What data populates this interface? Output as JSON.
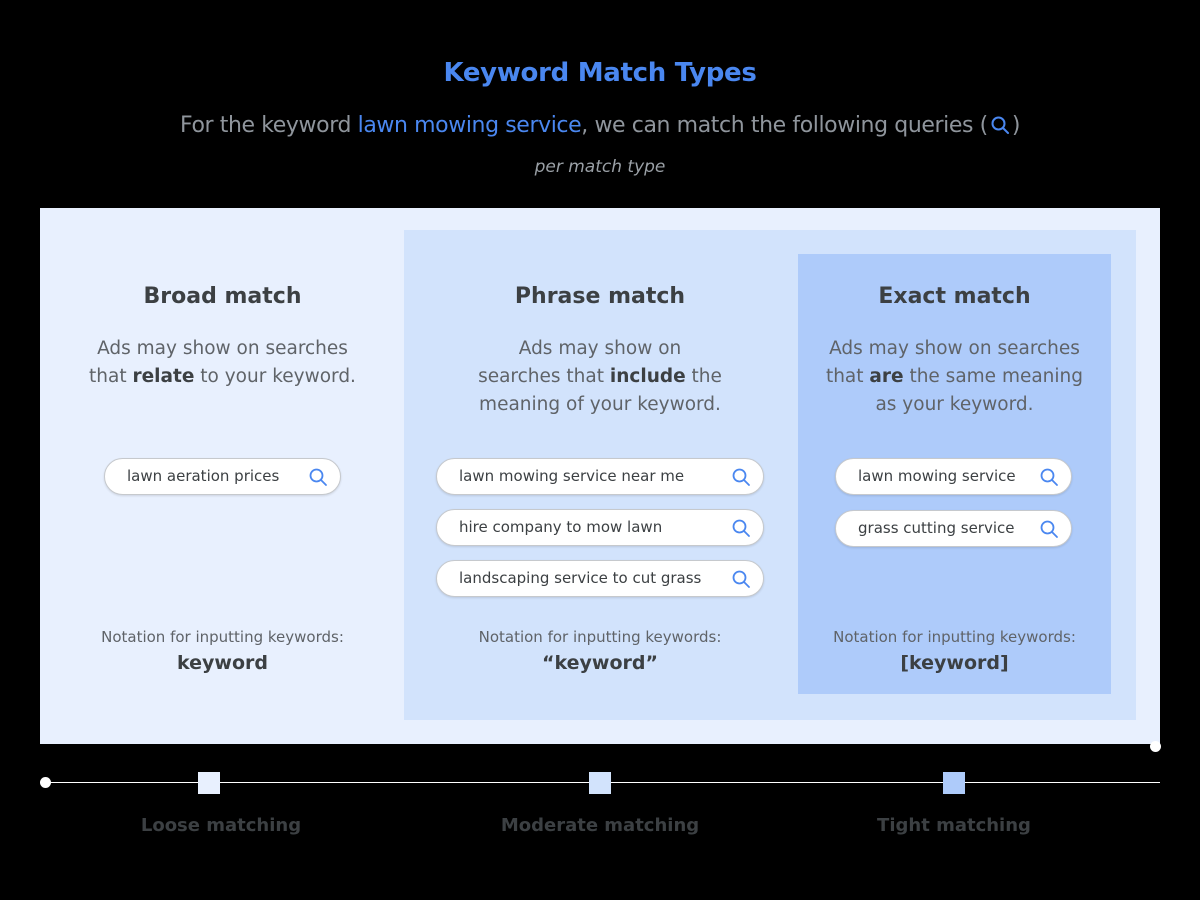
{
  "header": {
    "title": "Keyword Match Types",
    "subtitle_before": "For the keyword ",
    "subtitle_keyword": "lawn mowing service",
    "subtitle_after": ", we can match the following queries (",
    "subtitle_close": ")",
    "subnote": "per match type"
  },
  "columns": [
    {
      "title": "Broad match",
      "desc_parts": [
        "Ads may show on searches",
        "that ",
        "relate",
        " to your keyword."
      ],
      "queries": [
        "lawn aeration prices"
      ],
      "notation_label": "Notation for inputting keywords:",
      "notation": "keyword"
    },
    {
      "title": "Phrase match",
      "desc_parts": [
        "Ads may show on",
        "searches that ",
        "include",
        " the",
        "meaning of your keyword."
      ],
      "queries": [
        "lawn mowing service near me",
        "hire company to mow lawn",
        "landscaping service to cut grass"
      ],
      "notation_label": "Notation for inputting keywords:",
      "notation": "“keyword”"
    },
    {
      "title": "Exact match",
      "desc_parts": [
        "Ads may show on searches",
        "that ",
        "are",
        " the same meaning",
        "as your keyword."
      ],
      "queries": [
        "lawn mowing service",
        "grass cutting service"
      ],
      "notation_label": "Notation for inputting keywords:",
      "notation": "[keyword]"
    }
  ],
  "timeline": {
    "labels": [
      "Loose matching",
      "Moderate matching",
      "Tight matching"
    ]
  },
  "colors": {
    "accent": "#4a87f0",
    "broad_bg": "#e8f0fe",
    "phrase_bg": "#d2e3fc",
    "exact_bg": "#aecbfa"
  },
  "icons": {
    "query_icon": "search-icon"
  }
}
